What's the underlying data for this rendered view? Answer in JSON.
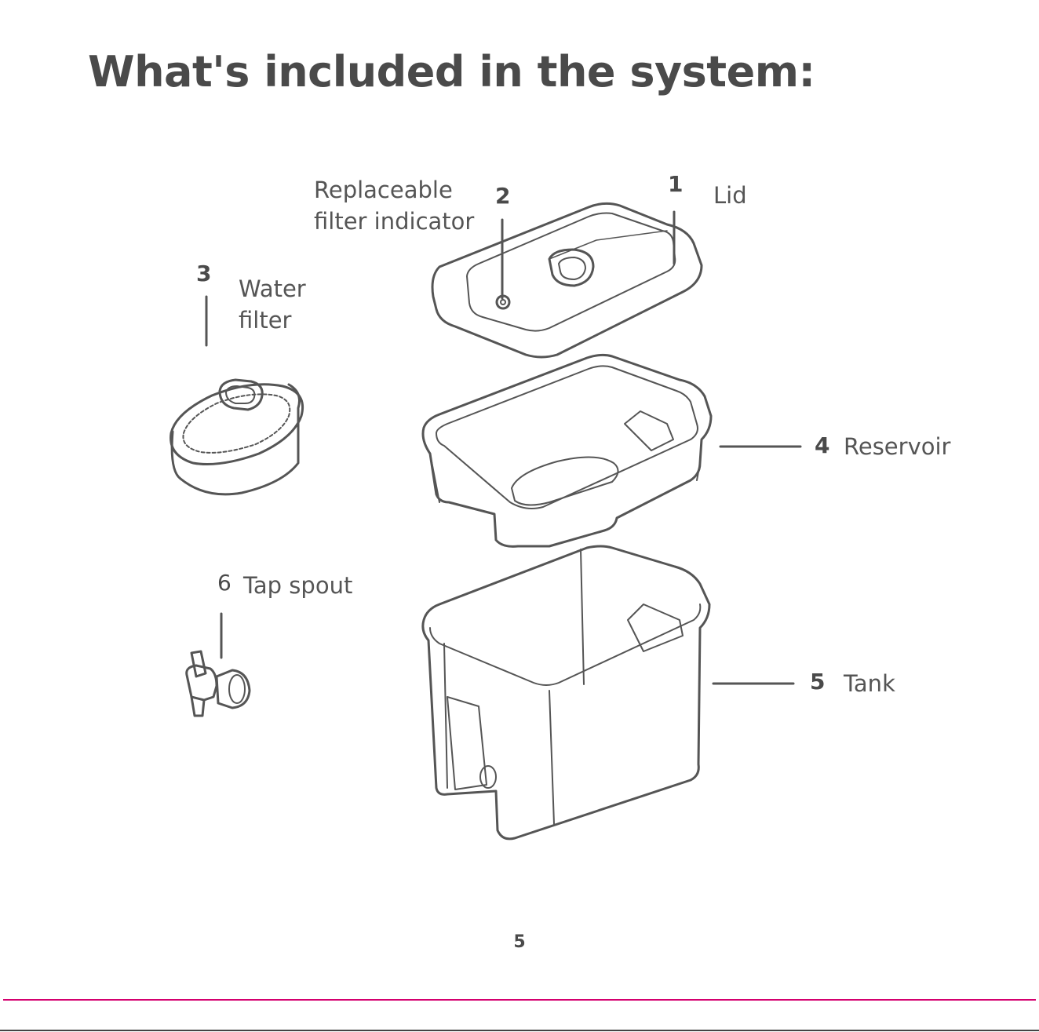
{
  "page": {
    "title": "What's included in the system:",
    "page_number": "5"
  },
  "parts": [
    {
      "number": "1",
      "label": "Lid"
    },
    {
      "number": "2",
      "label_lines": [
        "Replaceable",
        "filter indicator"
      ]
    },
    {
      "number": "3",
      "label_lines": [
        "Water",
        "filter"
      ]
    },
    {
      "number": "4",
      "label": "Reservoir"
    },
    {
      "number": "5",
      "label": "Tank"
    },
    {
      "number": "6",
      "label": "Tap spout"
    }
  ],
  "colors": {
    "accent_rule": "#d4006f",
    "text": "#4a4a4a",
    "line_art": "#555555"
  }
}
